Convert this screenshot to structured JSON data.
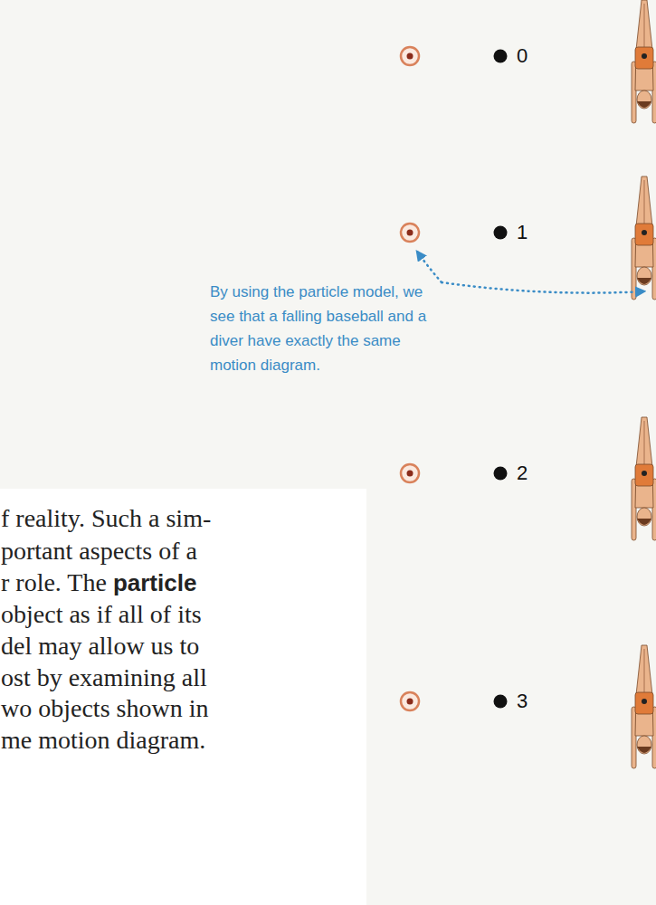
{
  "diagram": {
    "labels": [
      "0",
      "1",
      "By using the particle model, we see that a falling baseball and a diver have exactly the same motion diagram.",
      "2",
      "3",
      "f reality. Such a sim-",
      "portant aspects of a",
      "r role. The",
      "particle",
      "object as if all of its",
      "del may allow us to",
      "ost by examining all",
      "wo objects shown in",
      "me motion diagram."
    ]
  }
}
